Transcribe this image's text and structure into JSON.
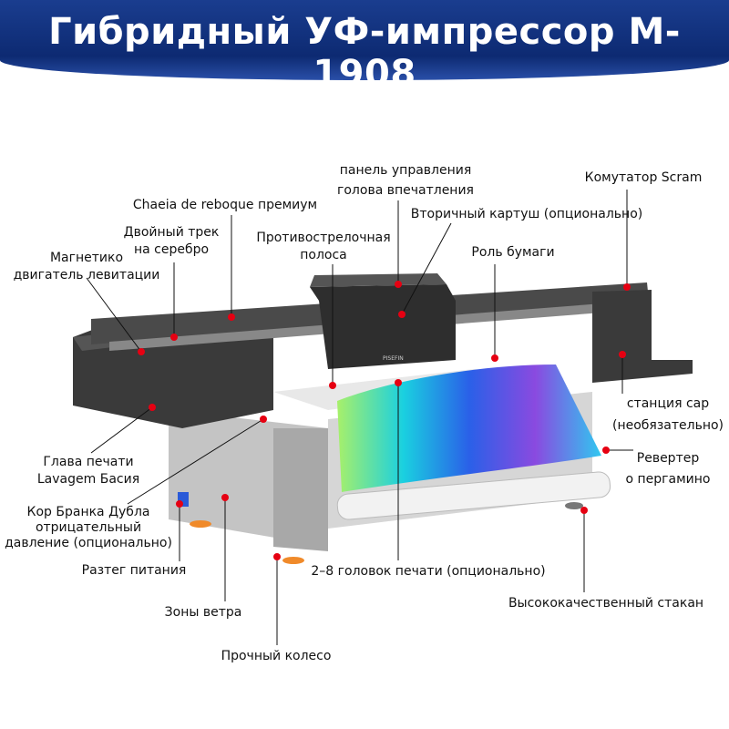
{
  "title": "Гибридный УФ-импрессор M-1908",
  "colors": {
    "banner": "#0d2a72",
    "dot": "#e60012",
    "body": "#3a3a3a",
    "frame": "#b8b8b8"
  },
  "labels": {
    "panel": [
      "панель управления",
      "голова впечатления"
    ],
    "scram": [
      "Комутатор Scram"
    ],
    "chain": [
      "Chaeia de reboque премиум"
    ],
    "cartridge": [
      "Вторичный картуш (опционально)"
    ],
    "track": [
      "Двойный трек",
      "на серебро"
    ],
    "anticollision": [
      "Противострелочная",
      "полоса"
    ],
    "paper": [
      "Роль бумаги"
    ],
    "maglev": [
      "Магнетико",
      "двигатель левитации"
    ],
    "cap": [
      "станция cap",
      "(необязательно)"
    ],
    "wash": [
      "Глава печати",
      "Lavagem Басия"
    ],
    "rewinder": [
      "Ревертер",
      "о пергамино"
    ],
    "pressure": [
      "Кор Бранка Дубла",
      "отрицательный",
      "давление (опционально)"
    ],
    "power": [
      "Разтег питания"
    ],
    "heads": [
      "2–8 головок печати (опционально)"
    ],
    "wind": [
      "Зоны ветра"
    ],
    "cup": [
      "Высококачественный стакан"
    ],
    "wheel": [
      "Прочный колесо"
    ]
  },
  "brand": "PISEFIN"
}
